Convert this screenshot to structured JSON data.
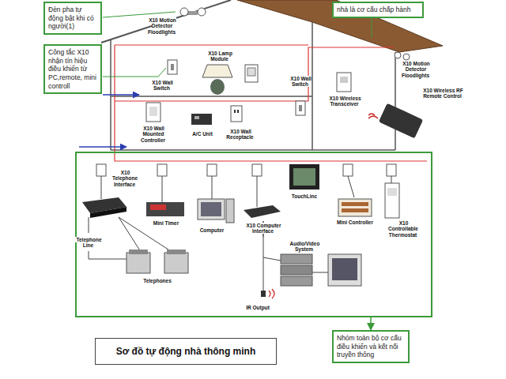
{
  "diagram": {
    "title": "Sơ đồ tự động nhà thông minh",
    "nodes": [
      {
        "text": [
          "Đèn pha tự động bật khi có người(1)"
        ]
      },
      {
        "text": [
          "nhà là cơ cấu chấp hành"
        ]
      },
      {
        "text": [
          "Công tắc X10 nhận tín hiệu điều khiển từ PC,remote, mini controll"
        ]
      },
      {
        "text": [
          "X10 Telephone Interface",
          "Mini Timer",
          "Computer",
          "X10 Computer Interface",
          "TouchLinc",
          "Mini Controller",
          "X10 Controllable Thermostat",
          "Telephone Line",
          "Telephones",
          "Audio/Video System",
          "IR Output"
        ]
      },
      {
        "text": [
          "Sơ đồ tự động nhà thông minh"
        ]
      },
      {
        "text": [
          "Nhóm toàn bộ cơ cấu điều khiển và kết nối truyền thông"
        ]
      }
    ],
    "edges": [
      {
        "from": 3,
        "to": 5,
        "arrow": "to"
      }
    ],
    "labels": [
      "X10 Motion Detector Floodlights",
      "X10 Lamp Module",
      "X10 Wall Switch",
      "X10 Wall Switch",
      "X10 Wireless Transceiver",
      "X10 Motion Detector Floodlights",
      "X10 Wireless RF Remote Control",
      "X10 Wall Mounted Controller",
      "A/C Unit",
      "X10 Wall Receptacle"
    ]
  }
}
